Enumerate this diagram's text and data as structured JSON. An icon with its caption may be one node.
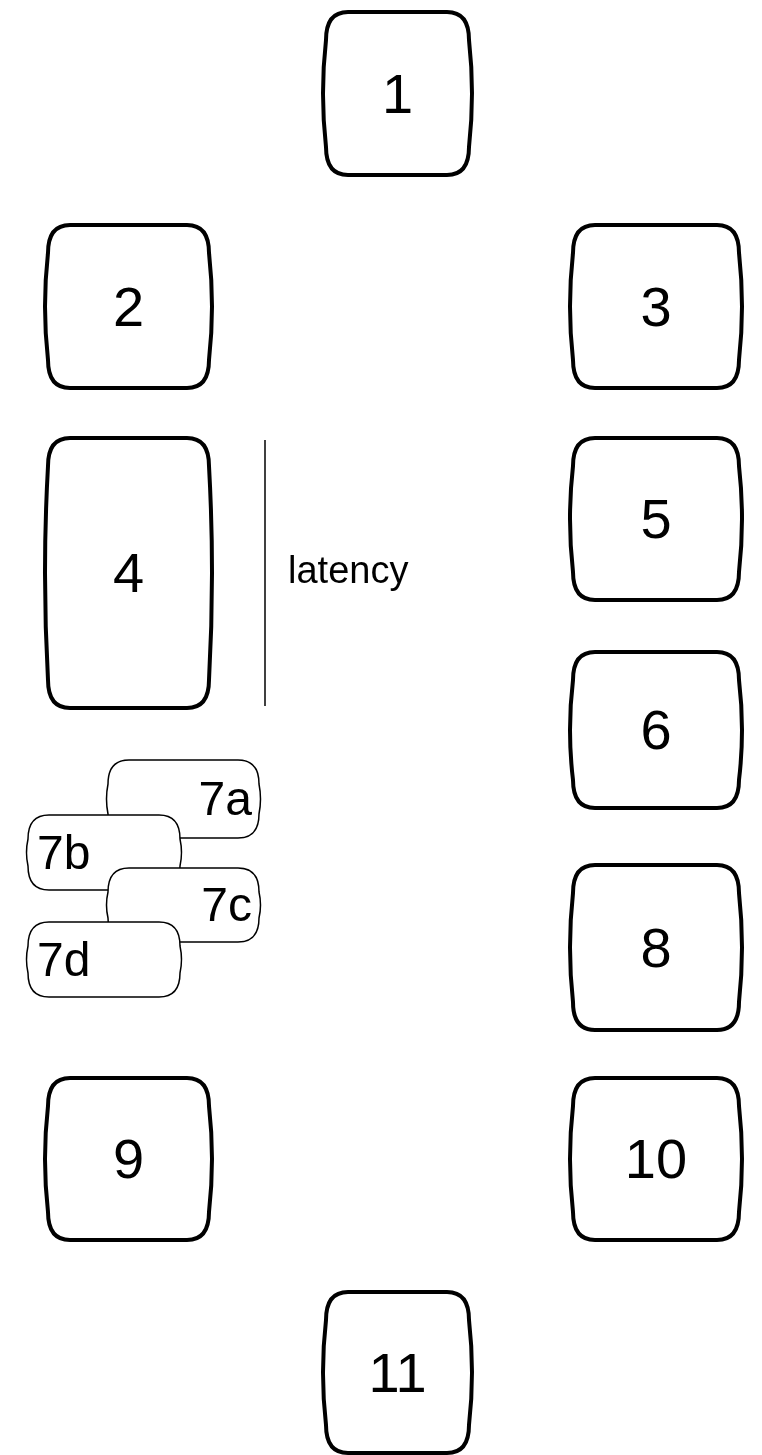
{
  "diagram": {
    "nodes": [
      {
        "text": [
          "1"
        ]
      },
      {
        "text": [
          "2"
        ]
      },
      {
        "text": [
          "3"
        ]
      },
      {
        "text": [
          "4"
        ],
        "beside": [
          "latency"
        ]
      },
      {
        "text": [
          "5"
        ]
      },
      {
        "text": [
          "6"
        ]
      },
      {
        "text": [
          "7a"
        ]
      },
      {
        "text": [
          "7b"
        ]
      },
      {
        "text": [
          "7c"
        ]
      },
      {
        "text": [
          "7d"
        ]
      },
      {
        "text": [
          "8"
        ]
      },
      {
        "text": [
          "9"
        ]
      },
      {
        "text": [
          "10"
        ]
      },
      {
        "text": [
          "11"
        ]
      }
    ]
  }
}
